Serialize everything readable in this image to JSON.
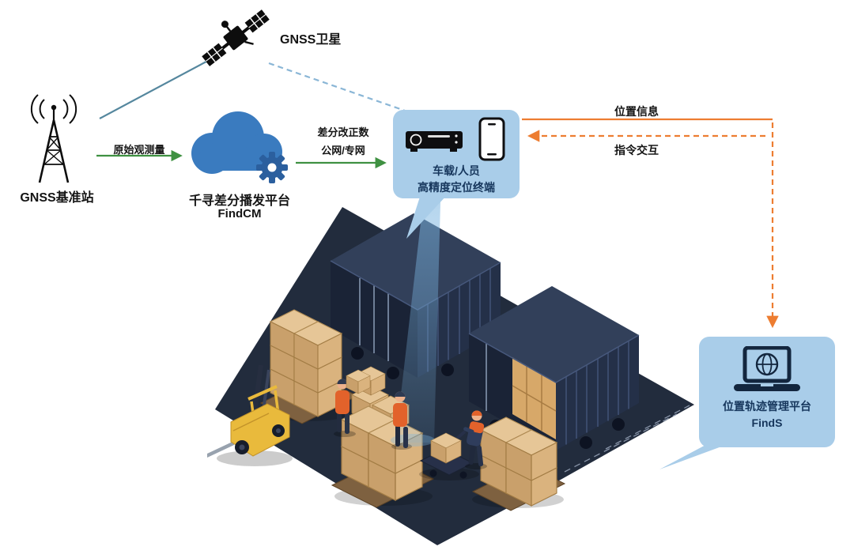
{
  "diagram": {
    "satellite": {
      "label": "GNSS卫星"
    },
    "base_station": {
      "label": "GNSS基准站"
    },
    "cloud_platform": {
      "name": "千寻差分播发平台",
      "product": "FindCM"
    },
    "terminal": {
      "line1": "车载/人员",
      "line2": "高精度定位终端"
    },
    "management_platform": {
      "name": "位置轨迹管理平台",
      "product": "FindS"
    },
    "links": {
      "raw_observation": "原始观测量",
      "correction_line1": "差分改正数",
      "correction_line2": "公网/专网",
      "position_info": "位置信息",
      "command_interaction": "指令交互"
    },
    "colors": {
      "green_arrow": "#3f9142",
      "orange_arrow": "#ed7d31",
      "bubble_blue": "#a9cde9",
      "cloud_blue": "#3a7bbf",
      "navy_text": "#16365c",
      "satellite_link_teal": "#55879e",
      "satellite_link_dashed_blue": "#8ab6d6"
    }
  }
}
